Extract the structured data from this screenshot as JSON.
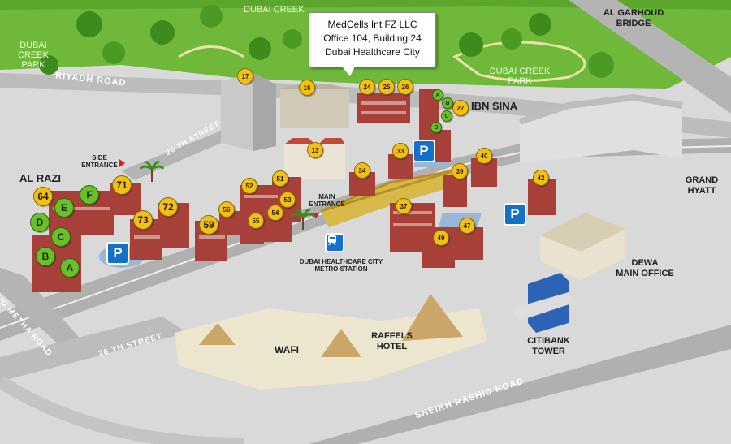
{
  "callout": {
    "line1": "MedCells Int FZ LLC",
    "line2": "Office 104, Building 24",
    "line3": "Dubai Healthcare City"
  },
  "areas": {
    "creek": "DUBAI CREEK",
    "park_left": "DUBAI CREEK\nPARK",
    "park_right": "DUBAI CREEK\nPARK",
    "bridge": "AL GARHOUD\nBRIDGE",
    "ibn_sina": "IBN SINA",
    "al_razi": "AL RAZI",
    "grand_hyatt": "GRAND\nHYATT",
    "dewa": "DEWA\nMAIN OFFICE",
    "citibank": "CITIBANK\nTOWER",
    "wafi": "WAFI",
    "raffels": "RAFFELS\nHOTEL",
    "metro_station": "DUBAI HEALTHCARE CITY\nMETRO STATION",
    "side_entrance": "SIDE\nENTRANCE",
    "main_entrance": "MAIN\nENTRANCE"
  },
  "roads": {
    "riyadh": "RIYADH ROAD",
    "street20": "20 th STREET",
    "street26": "26 th STREET",
    "oud_metha": "OUD METHA ROAD",
    "sheikh_rashid": "SHEIKH RASHID ROAD"
  },
  "buildings": [
    "17",
    "16",
    "24",
    "25",
    "26",
    "27",
    "13",
    "33",
    "34",
    "40",
    "39",
    "42",
    "37",
    "47",
    "49",
    "52",
    "51",
    "53",
    "56",
    "55",
    "54",
    "59",
    "72",
    "73",
    "71",
    "64"
  ],
  "clusters": [
    "A",
    "B",
    "C",
    "D",
    "E",
    "F",
    "A",
    "B",
    "C",
    "D"
  ],
  "parking_label": "P",
  "colors": {
    "park_green": "#6fb83a",
    "road_gray": "#b4b4b4",
    "building_red": "#a8403a",
    "pin_yellow": "#f0c014",
    "pin_green": "#6bbf2a",
    "parking_blue": "#1570c8"
  }
}
